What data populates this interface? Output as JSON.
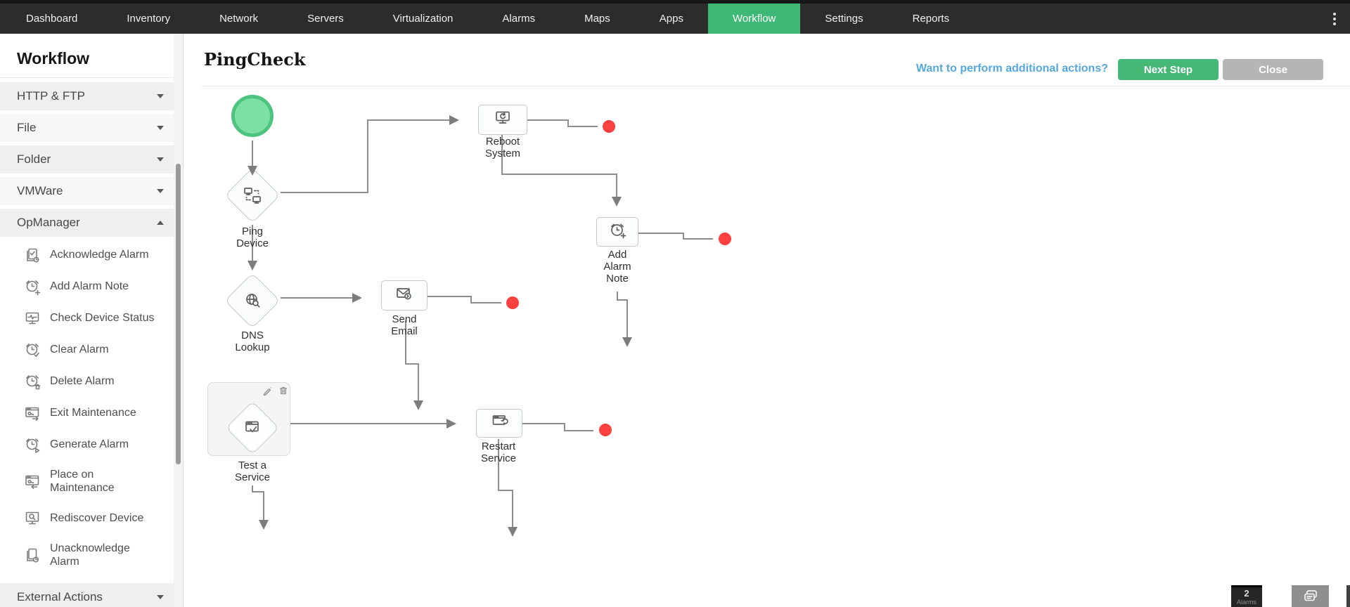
{
  "nav": {
    "items": [
      {
        "label": "Dashboard"
      },
      {
        "label": "Inventory"
      },
      {
        "label": "Network"
      },
      {
        "label": "Servers"
      },
      {
        "label": "Virtualization"
      },
      {
        "label": "Alarms"
      },
      {
        "label": "Maps"
      },
      {
        "label": "Apps"
      },
      {
        "label": "Workflow",
        "active": true
      },
      {
        "label": "Settings"
      },
      {
        "label": "Reports"
      }
    ]
  },
  "sidebar": {
    "title": "Workflow",
    "sections": [
      {
        "label": "HTTP & FTP",
        "expanded": false
      },
      {
        "label": "File",
        "expanded": false
      },
      {
        "label": "Folder",
        "expanded": false
      },
      {
        "label": "VMWare",
        "expanded": false
      },
      {
        "label": "OpManager",
        "expanded": true
      }
    ],
    "opmanager_items": [
      {
        "label": "Acknowledge Alarm",
        "icon": "acknowledge-alarm-icon"
      },
      {
        "label": "Add Alarm Note",
        "icon": "add-alarm-note-icon"
      },
      {
        "label": "Check Device Status",
        "icon": "check-device-status-icon"
      },
      {
        "label": "Clear Alarm",
        "icon": "clear-alarm-icon"
      },
      {
        "label": "Delete Alarm",
        "icon": "delete-alarm-icon"
      },
      {
        "label": "Exit Maintenance",
        "icon": "exit-maintenance-icon"
      },
      {
        "label": "Generate Alarm",
        "icon": "generate-alarm-icon"
      },
      {
        "label": "Place on Maintenance",
        "icon": "place-on-maintenance-icon"
      },
      {
        "label": "Rediscover Device",
        "icon": "rediscover-device-icon"
      },
      {
        "label": "Unacknowledge Alarm",
        "icon": "unacknowledge-alarm-icon"
      }
    ],
    "external_section": {
      "label": "External Actions",
      "expanded": false
    }
  },
  "header": {
    "title": "PingCheck",
    "link_text": "Want to perform additional actions?",
    "next_step_label": "Next Step",
    "close_label": "Close"
  },
  "canvas": {
    "nodes": {
      "ping_device": {
        "label": "Ping\nDevice"
      },
      "reboot_system": {
        "label": "Reboot\nSystem"
      },
      "add_alarm_note": {
        "label": "Add\nAlarm\nNote"
      },
      "dns_lookup": {
        "label": "DNS\nLookup"
      },
      "send_email": {
        "label": "Send\nEmail"
      },
      "test_a_service": {
        "label": "Test a\nService"
      },
      "restart_service": {
        "label": "Restart\nService"
      }
    }
  },
  "widgets": {
    "alarm_count": "2",
    "alarm_label": "Alarms"
  },
  "colors": {
    "nav_active_green": "#3eb875",
    "next_step_green": "#44b874",
    "close_gray": "#b5b5b5",
    "link_blue": "#54a8dc",
    "start_node_green": "#7ce0a2",
    "start_node_ring": "#4cc47f",
    "red_dot": "#fb4040",
    "connector_gray": "#8d8d8d"
  }
}
